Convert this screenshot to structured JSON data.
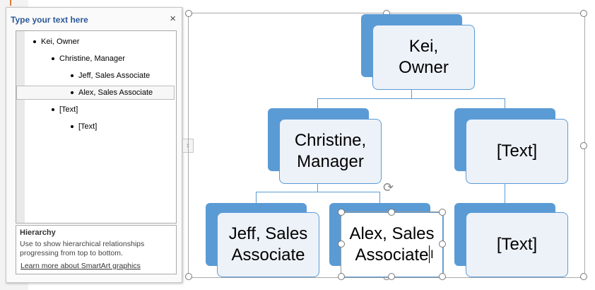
{
  "text_pane": {
    "title": "Type your text here",
    "close_glyph": "×",
    "items": [
      {
        "text": "Kei, Owner",
        "level": 1
      },
      {
        "text": "Christine, Manager",
        "level": 2
      },
      {
        "text": "Jeff, Sales Associate",
        "level": 3
      },
      {
        "text": "Alex, Sales Associate",
        "level": 3,
        "selected": true
      },
      {
        "text": "[Text]",
        "level": 2
      },
      {
        "text": "[Text]",
        "level": 3
      }
    ],
    "description": {
      "title": "Hierarchy",
      "text": "Use to show hierarchical relationships progressing from top to bottom.",
      "link": "Learn more about SmartArt graphics"
    }
  },
  "pane_toggle_glyph": "›",
  "smartart": {
    "layout": "Hierarchy",
    "fill_color": "#5b9bd5",
    "shape_fill": "#edf2f9",
    "nodes": {
      "owner": {
        "line1": "Kei,",
        "line2": "Owner"
      },
      "manager": {
        "line1": "Christine,",
        "line2": "Manager"
      },
      "text_top": {
        "line1": "[Text]"
      },
      "jeff": {
        "line1": "Jeff, Sales",
        "line2": "Associate"
      },
      "alex": {
        "line1": "Alex, Sales",
        "line2": "Associate"
      },
      "text_bottom": {
        "line1": "[Text]"
      }
    },
    "rotate_glyph": "⟳",
    "cursor_glyph": "I"
  }
}
